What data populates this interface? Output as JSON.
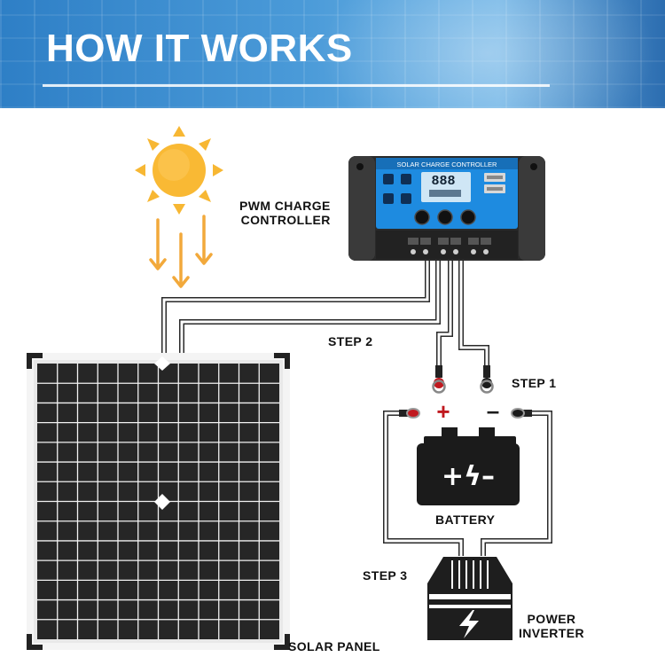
{
  "banner": {
    "title": "HOW IT WORKS"
  },
  "controller": {
    "label_line1": "PWM CHARGE",
    "label_line2": "CONTROLLER",
    "device_header": "SOLAR CHARGE CONTROLLER",
    "display_value": "888"
  },
  "steps": {
    "step1": "STEP 1",
    "step2": "STEP 2",
    "step3": "STEP 3"
  },
  "battery": {
    "label": "BATTERY",
    "symbols": "+ϟ–",
    "plus_sign": "+",
    "minus_sign": "–"
  },
  "panel": {
    "label": "SOLAR PANEL"
  },
  "inverter": {
    "label_line1": "POWER",
    "label_line2": "INVERTER"
  },
  "colors": {
    "banner": "#3f8fd3",
    "sun": "#f7b733",
    "arrows": "#f2a93b",
    "controller_blue": "#1e8be0",
    "wire_red": "#c0191f",
    "dark": "#1b1b1b"
  }
}
